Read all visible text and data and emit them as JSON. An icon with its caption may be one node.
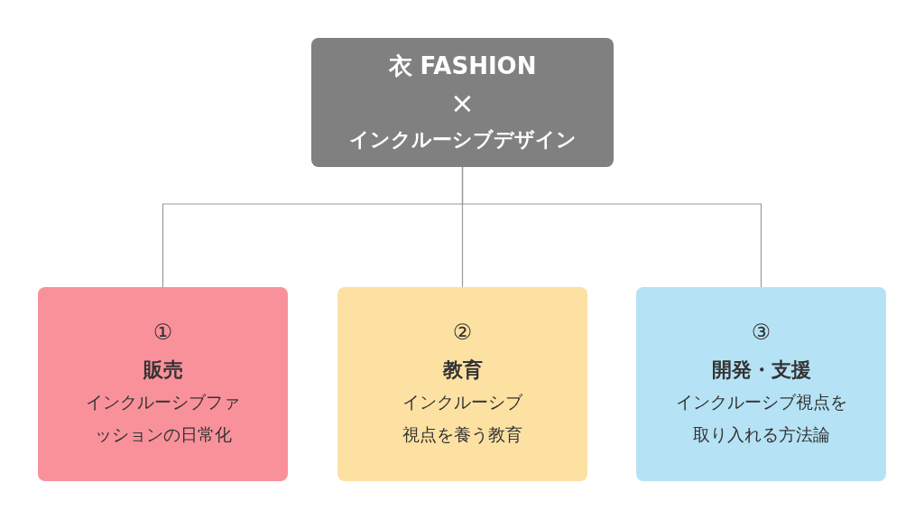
{
  "diagram": {
    "nodes": [
      {
        "text": [
          "衣 FASHION",
          "×",
          "インクルーシブデザイン"
        ]
      },
      {
        "text": [
          "①",
          "販売",
          "インクルーシブファッションの日常化"
        ]
      },
      {
        "text": [
          "②",
          "教育",
          "インクルーシブ視点を養う教育"
        ]
      },
      {
        "text": [
          "③",
          "開発・支援",
          "インクルーシブ視点を取り入れる方法論"
        ]
      }
    ],
    "edges": [
      {
        "from": 0,
        "to": 1,
        "arrow": "none"
      },
      {
        "from": 0,
        "to": 2,
        "arrow": "none"
      },
      {
        "from": 0,
        "to": 3,
        "arrow": "none"
      }
    ]
  }
}
